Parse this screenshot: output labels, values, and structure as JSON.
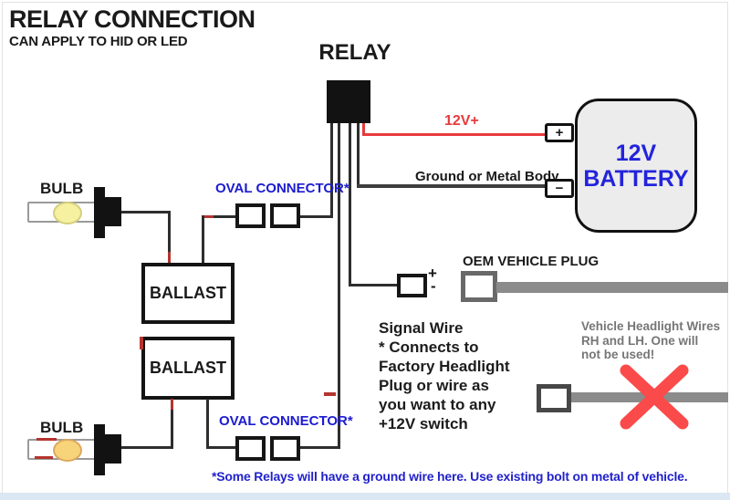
{
  "header": {
    "title": "RELAY CONNECTION",
    "subtitle": "CAN APPLY TO HID OR LED"
  },
  "relay": {
    "label": "RELAY"
  },
  "battery": {
    "line1": "12V",
    "line2": "BATTERY",
    "positive": "+",
    "negative": "−"
  },
  "wires": {
    "power_label": "12V+",
    "ground_label": "Ground or Metal Body"
  },
  "bulbs": {
    "top_label": "BULB",
    "bottom_label": "BULB"
  },
  "ballasts": {
    "top_label": "BALLAST",
    "bottom_label": "BALLAST"
  },
  "connectors": {
    "top_label": "OVAL CONNECTOR*",
    "bottom_label": "OVAL CONNECTOR*"
  },
  "oem_plug": {
    "label": "OEM VEHICLE PLUG"
  },
  "signal_plug": {
    "plus": "+",
    "minus": "-"
  },
  "notes": {
    "signal_wire": {
      "lines": [
        "Signal Wire",
        "* Connects to",
        "Factory Headlight",
        "Plug or wire as",
        "you want to any",
        "+12V switch"
      ]
    },
    "headlight_wires": {
      "lines": [
        "Vehicle Headlight Wires",
        "RH and LH. One will",
        "not be used!"
      ]
    },
    "footer": "*Some Relays will have a ground wire here. Use existing bolt on metal of vehicle."
  },
  "colors": {
    "power_red": "#e83a3e",
    "label_blue": "#1b1bd1",
    "battery_blue": "#2323dc",
    "note_gray": "#767676",
    "wire_gray": "#8b8b8b",
    "cross_red": "#fb4a4a",
    "footer_blue": "#2222cc",
    "strip_blue": "#dbe7f2"
  }
}
